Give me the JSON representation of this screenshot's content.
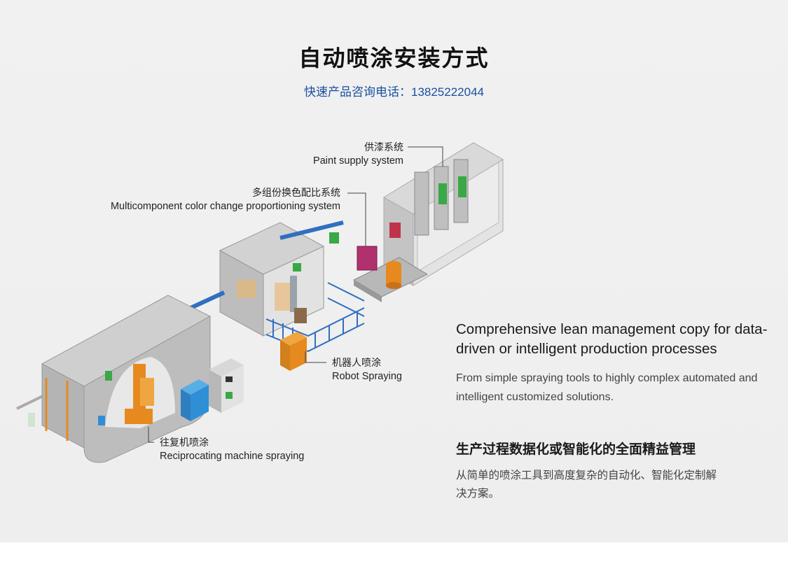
{
  "header": {
    "title": "自动喷涂安装方式",
    "hotline": "快速产品咨询电话：13825222044"
  },
  "callouts": {
    "paint_supply": {
      "cn": "供漆系统",
      "en": "Paint supply system"
    },
    "multicomponent": {
      "cn": "多组份换色配比系统",
      "en": "Multicomponent color change proportioning system"
    },
    "robot": {
      "cn": "机器人喷涂",
      "en": "Robot Spraying"
    },
    "reciprocating": {
      "cn": "往复机喷涂",
      "en": "Reciprocating machine spraying"
    }
  },
  "content": {
    "en_heading": "Comprehensive lean management copy for data-driven or intelligent production processes",
    "en_body": "From simple spraying tools to highly complex automated and intelligent customized solutions.",
    "cn_heading": "生产过程数据化或智能化的全面精益管理",
    "cn_body": "从简单的喷涂工具到高度复杂的自动化、智能化定制解决方案。"
  },
  "colors": {
    "hotline": "#1a4fa0",
    "robot_orange": "#e68a1f",
    "cabinet_blue": "#2f8fd6",
    "green_unit": "#3aa845",
    "magenta_unit": "#b0316e",
    "fence_blue": "#2f6fc0"
  }
}
